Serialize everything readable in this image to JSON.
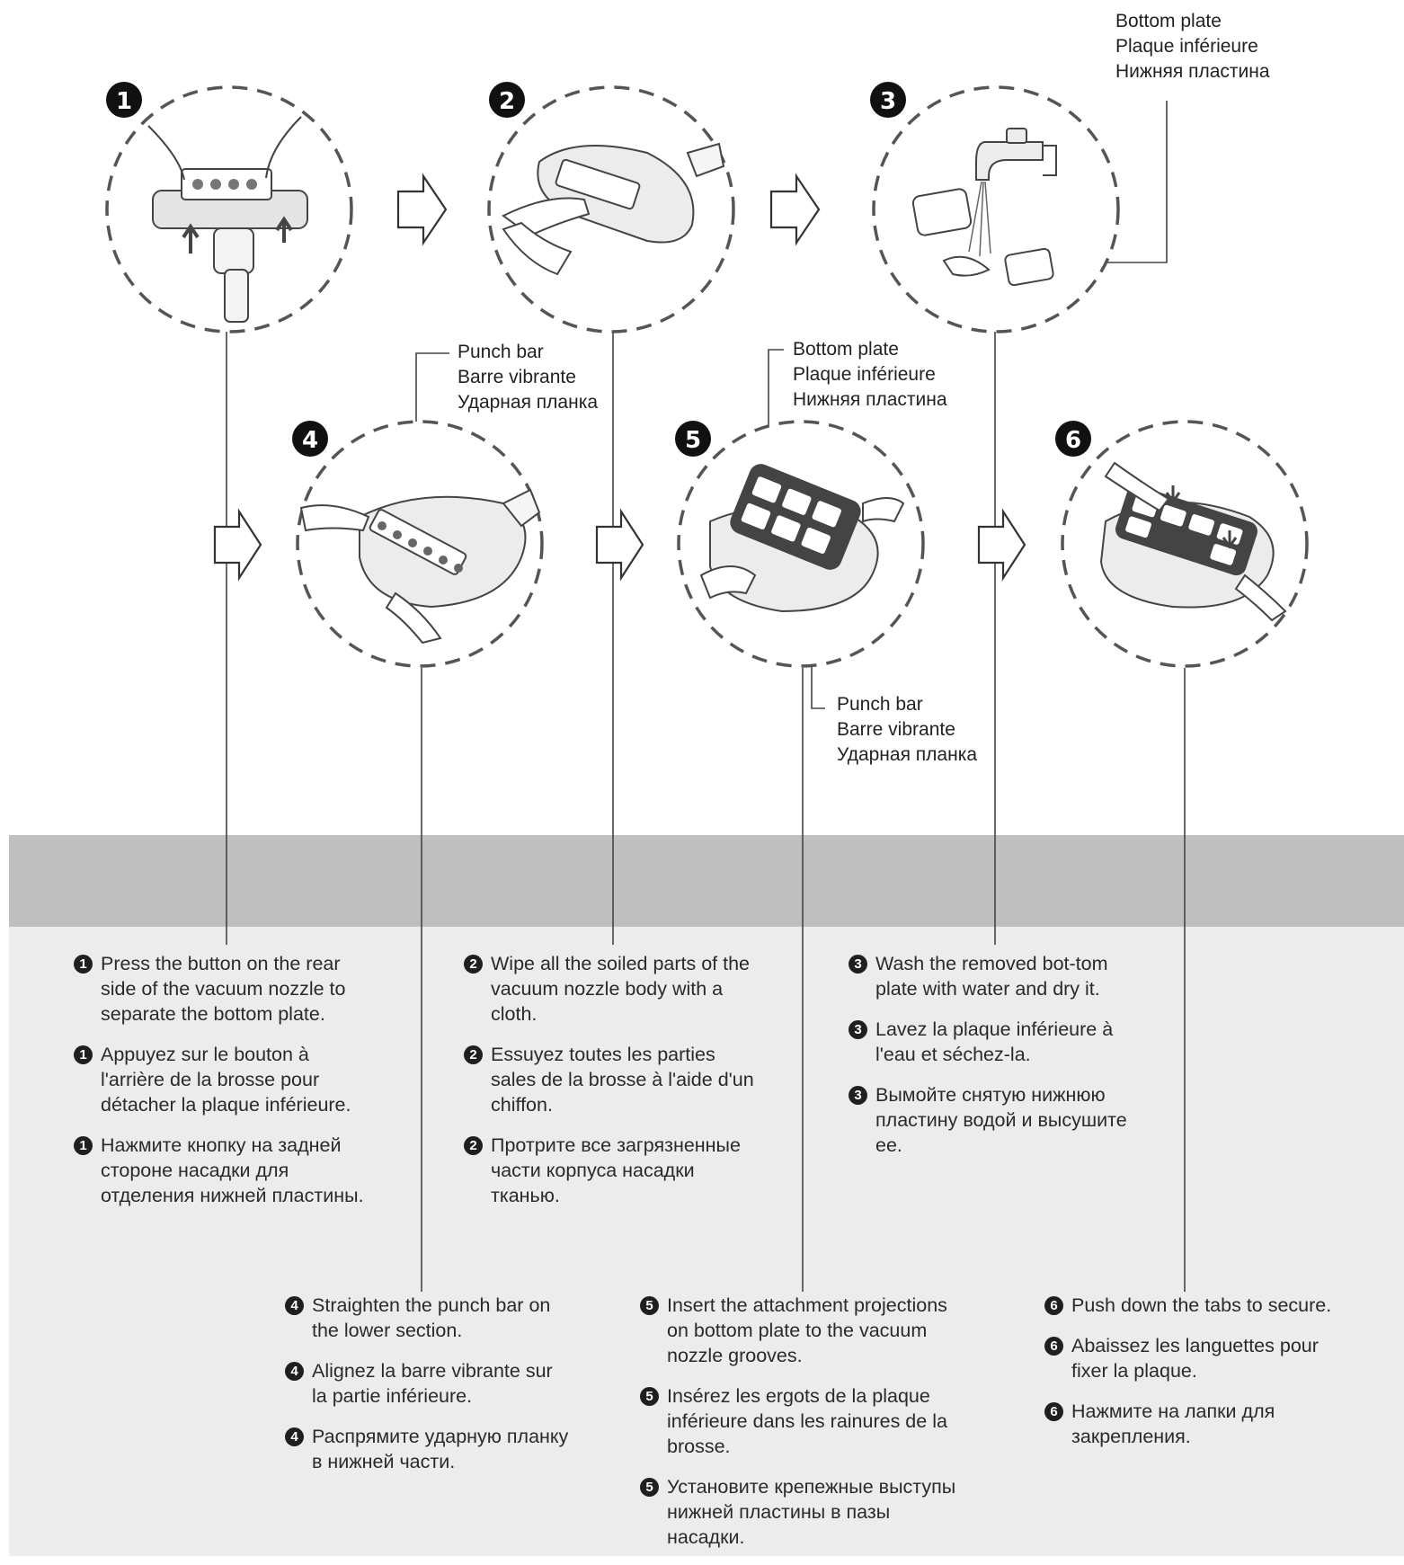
{
  "top_callouts": {
    "bottom_plate": [
      "Bottom plate",
      "Plaque inférieure",
      "Нижняя пластина"
    ],
    "punch_bar_4": [
      "Punch bar",
      "Barre vibrante",
      "Ударная планка"
    ],
    "bottom_plate_5": [
      "Bottom plate",
      "Plaque inférieure",
      "Нижняя пластина"
    ],
    "punch_bar_5": [
      "Punch bar",
      "Barre vibrante",
      "Ударная планка"
    ]
  },
  "steps": [
    {
      "number": "1",
      "en": "Press the button on the rear side of the vacuum nozzle to separate the bottom plate.",
      "fr": "Appuyez sur le bouton à l'arrière de la brosse pour détacher la plaque inférieure.",
      "ru": "Нажмите кнопку на задней стороне насадки для отделения нижней пластины."
    },
    {
      "number": "2",
      "en": "Wipe all the soiled parts of the vacuum nozzle body with a cloth.",
      "fr": "Essuyez toutes les parties sales de la brosse à l'aide d'un chiffon.",
      "ru": "Протрите все загрязненные части корпуса насадки тканью."
    },
    {
      "number": "3",
      "en": "Wash the removed bot-tom plate with water and dry it.",
      "fr": "Lavez la plaque inférieure à l'eau et séchez-la.",
      "ru": "Вымойте снятую нижнюю пластину водой и высушите ее."
    },
    {
      "number": "4",
      "en": "Straighten the punch bar on the lower section.",
      "fr": "Alignez la barre vibrante sur la partie inférieure.",
      "ru": "Распрямите ударную планку в нижней части."
    },
    {
      "number": "5",
      "en": "Insert the attachment projections on bottom plate to the vacuum nozzle grooves.",
      "fr": "Insérez les ergots de la plaque inférieure dans les rainures de la brosse.",
      "ru": "Установите крепежные выступы нижней пластины в пазы насадки."
    },
    {
      "number": "6",
      "en": "Push down the tabs to secure.",
      "fr": "Abaissez les languettes pour fixer la plaque.",
      "ru": "Нажмите на лапки для закрепления."
    }
  ]
}
